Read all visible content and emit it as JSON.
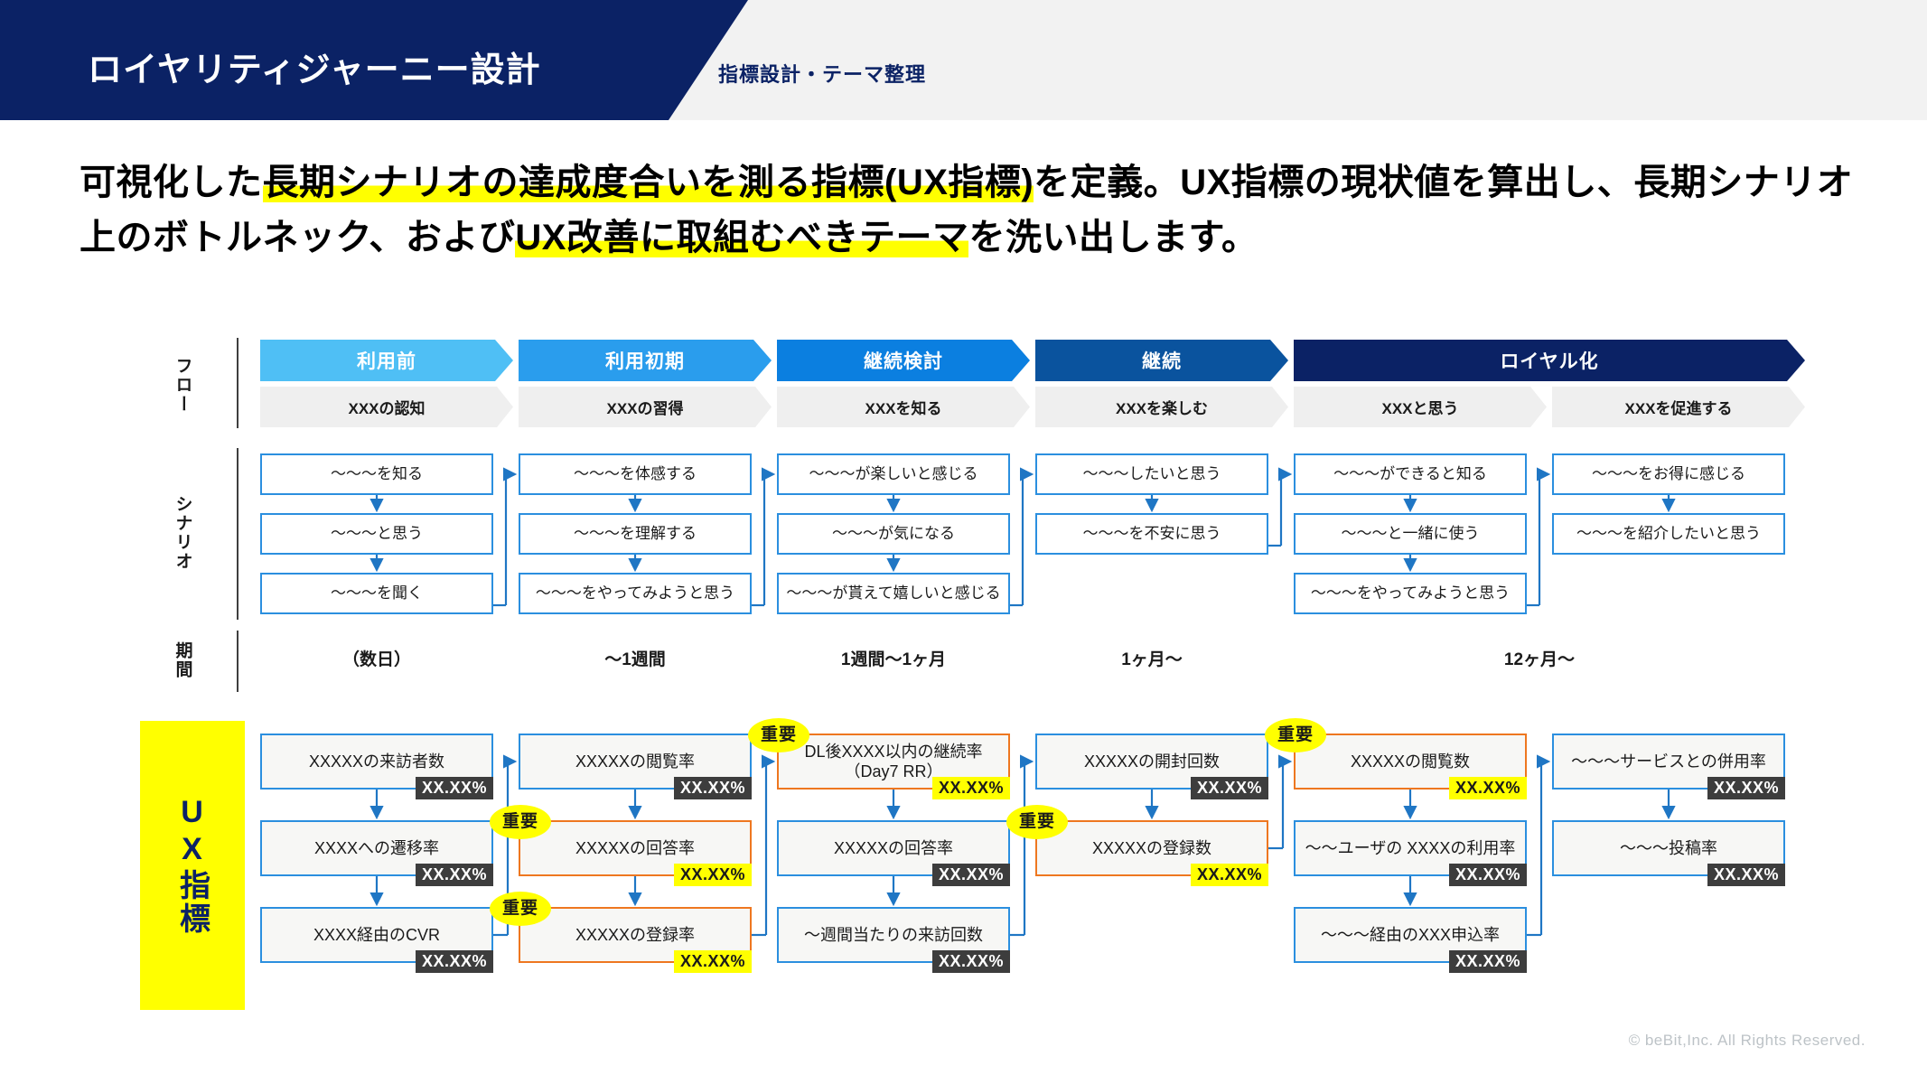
{
  "header": {
    "title": "ロイヤリティジャーニー設計",
    "subtitle": "指標設計・テーマ整理"
  },
  "lead": {
    "part1": "可視化した",
    "highlight1": "長期シナリオの達成度合いを測る指標(UX指標)",
    "part2": "を定義。UX指標の現状値を算出し、長期シナリオ上のボトルネック、および",
    "highlight2": "UX改善に取組むべきテーマ",
    "part3": "を洗い出します。"
  },
  "row_labels": {
    "flow": "フロー",
    "scenario": "シナリオ",
    "period": "期間",
    "ux": "UX指標"
  },
  "colors": {
    "navy": "#0b2265",
    "stage1": "#4fbff5",
    "stage2": "#2a9ded",
    "stage3": "#0b7fe0",
    "stage4": "#0a539e",
    "stage5": "#0b2265",
    "accent_orange": "#ee7720",
    "highlight_yellow": "#ffff00",
    "box_border_blue": "#2b8fdf",
    "badge_dark": "#3d3d3d"
  },
  "flow": {
    "stages": [
      {
        "label": "利用前",
        "color": "#4fbff5",
        "span": 1
      },
      {
        "label": "利用初期",
        "color": "#2a9ded",
        "span": 1
      },
      {
        "label": "継続検討",
        "color": "#0b7fe0",
        "span": 1
      },
      {
        "label": "継続",
        "color": "#0a539e",
        "span": 1
      },
      {
        "label": "ロイヤル化",
        "color": "#0b2265",
        "span": 2
      }
    ],
    "substages": [
      "XXXの認知",
      "XXXの習得",
      "XXXを知る",
      "XXXを楽しむ",
      "XXXと思う",
      "XXXを促進する"
    ]
  },
  "scenario": {
    "columns": [
      {
        "boxes": [
          "〜〜〜を知る",
          "〜〜〜と思う",
          "〜〜〜を聞く"
        ]
      },
      {
        "boxes": [
          "〜〜〜を体感する",
          "〜〜〜を理解する",
          "〜〜〜を\nやってみようと思う"
        ]
      },
      {
        "boxes": [
          "〜〜〜が\n楽しいと感じる",
          "〜〜〜が気になる",
          "〜〜〜が貰えて\n嬉しいと感じる"
        ]
      },
      {
        "boxes": [
          "〜〜〜したいと思う",
          "〜〜〜を不安に思う"
        ]
      },
      {
        "boxes": [
          "〜〜〜が\nできると知る",
          "〜〜〜と一緒に使う",
          "〜〜〜を\nやってみようと思う"
        ]
      },
      {
        "boxes": [
          "〜〜〜を\nお得に感じる",
          "〜〜〜を\n紹介したいと思う"
        ]
      }
    ]
  },
  "periods": [
    "（数日）",
    "〜1週間",
    "1週間〜1ヶ月",
    "1ヶ月〜",
    "12ヶ月〜"
  ],
  "ux_metrics": {
    "important_label": "重要",
    "columns": [
      {
        "boxes": [
          {
            "label": "XXXXXの来訪者数",
            "value": "XX.XX%",
            "important": false
          },
          {
            "label": "XXXXへの遷移率",
            "value": "XX.XX%",
            "important": false
          },
          {
            "label": "XXXX経由のCVR",
            "value": "XX.XX%",
            "important": false
          }
        ]
      },
      {
        "boxes": [
          {
            "label": "XXXXXの閲覧率",
            "value": "XX.XX%",
            "important": false
          },
          {
            "label": "XXXXXの回答率",
            "value": "XX.XX%",
            "important": true
          },
          {
            "label": "XXXXXの登録率",
            "value": "XX.XX%",
            "important": true
          }
        ]
      },
      {
        "boxes": [
          {
            "label": "DL後XXXX以内の継続率\n（Day7 RR）",
            "value": "XX.XX%",
            "important": true
          },
          {
            "label": "XXXXXの回答率",
            "value": "XX.XX%",
            "important": false
          },
          {
            "label": "〜週間当たりの来訪回数",
            "value": "XX.XX%",
            "important": false
          }
        ]
      },
      {
        "boxes": [
          {
            "label": "XXXXXの開封回数",
            "value": "XX.XX%",
            "important": false
          },
          {
            "label": "XXXXXの登録数",
            "value": "XX.XX%",
            "important": true
          }
        ]
      },
      {
        "boxes": [
          {
            "label": "XXXXXの閲覧数",
            "value": "XX.XX%",
            "important": true
          },
          {
            "label": "〜〜ユーザの XXXXの利用率",
            "value": "XX.XX%",
            "important": false
          },
          {
            "label": "〜〜〜経由のXXX申込率",
            "value": "XX.XX%",
            "important": false
          }
        ]
      },
      {
        "boxes": [
          {
            "label": "〜〜〜サービスとの併用率",
            "value": "XX.XX%",
            "important": false
          },
          {
            "label": "〜〜〜投稿率",
            "value": "XX.XX%",
            "important": false
          }
        ]
      }
    ]
  },
  "footer": "© beBit,Inc. All Rights Reserved."
}
